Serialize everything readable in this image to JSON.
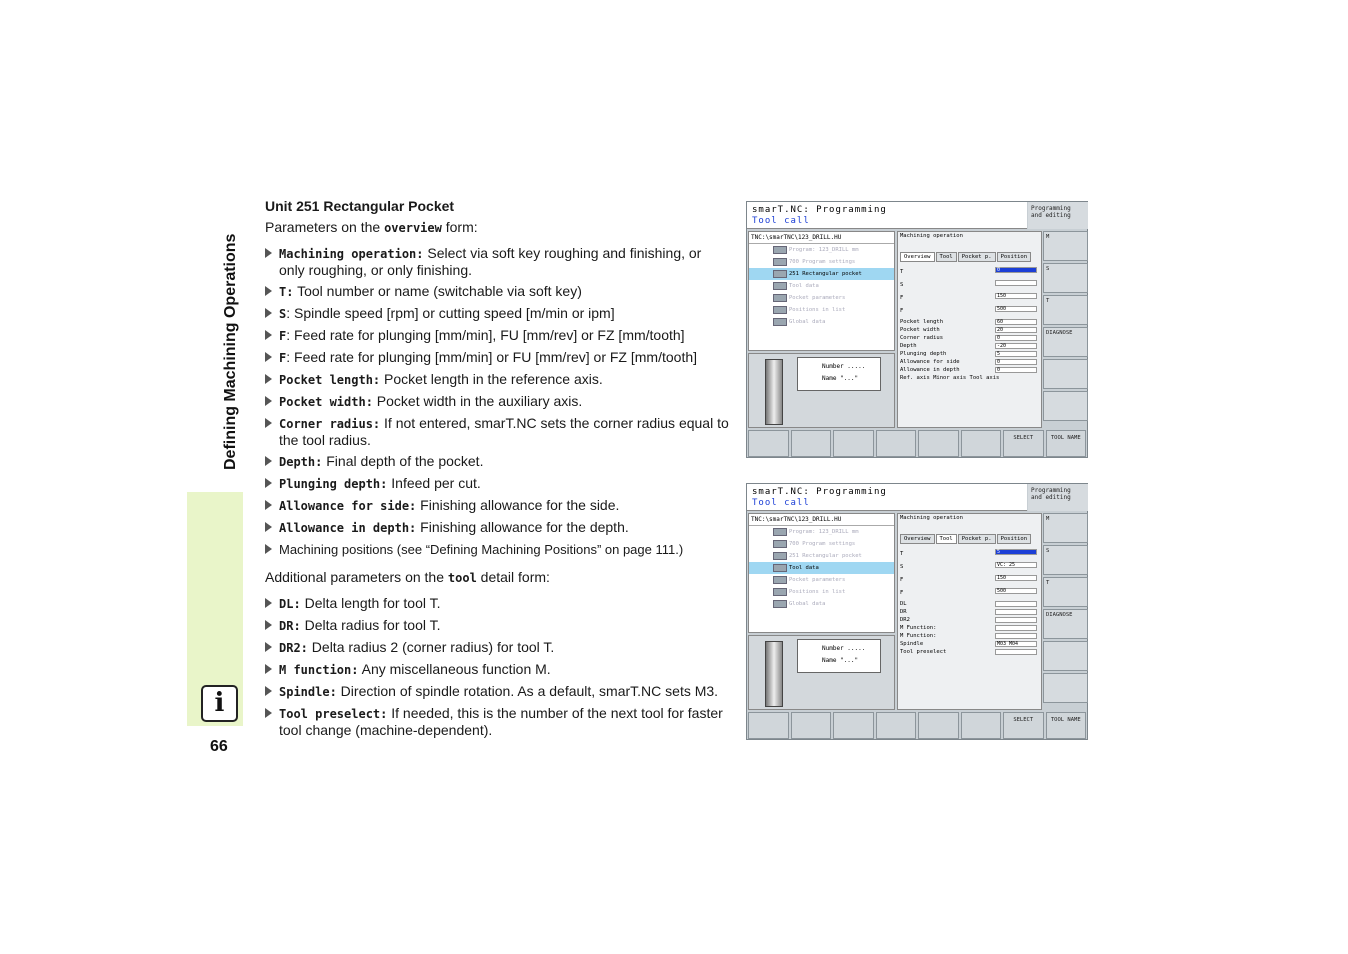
{
  "side_title": "Defining Machining Operations",
  "page_number": "66",
  "heading": "Unit 251 Rectangular Pocket",
  "intro": {
    "pre": "Parameters on the ",
    "keyword": "overview",
    "post": " form:"
  },
  "overview_params": [
    {
      "key": "Machining operation:",
      "desc": " Select via soft key roughing and finishing, or only roughing, or only finishing."
    },
    {
      "key": "T:",
      "desc": " Tool number or name (switchable via soft key)"
    },
    {
      "key": "S",
      "desc": ": Spindle speed [rpm] or cutting speed [m/min or ipm]"
    },
    {
      "key": "F",
      "desc": ": Feed rate for plunging [mm/min], FU [mm/rev] or FZ [mm/tooth]"
    },
    {
      "key": "F",
      "desc": ": Feed rate for plunging [mm/min] or FU [mm/rev] or FZ [mm/tooth]"
    },
    {
      "key": "Pocket length:",
      "desc": " Pocket length in the reference axis."
    },
    {
      "key": "Pocket width:",
      "desc": " Pocket width in the auxiliary axis."
    },
    {
      "key": "Corner radius:",
      "desc": " If not entered, smarT.NC sets the corner radius equal to the tool radius."
    },
    {
      "key": "Depth:",
      "desc": " Final depth of the pocket."
    },
    {
      "key": "Plunging depth:",
      "desc": " Infeed per cut."
    },
    {
      "key": "Allowance for side:",
      "desc": " Finishing allowance for the side."
    },
    {
      "key": "Allowance in depth:",
      "desc": " Finishing allowance for the depth."
    },
    {
      "key": "",
      "desc": "Machining positions (see “Defining Machining Positions” on page 111.)"
    }
  ],
  "detail_intro": {
    "pre": "Additional parameters on the ",
    "keyword": "tool",
    "post": " detail form:"
  },
  "tool_params": [
    {
      "key": "DL:",
      "desc": " Delta length for tool T."
    },
    {
      "key": "DR:",
      "desc": " Delta radius for tool T."
    },
    {
      "key": "DR2:",
      "desc": " Delta radius 2 (corner radius) for tool T."
    },
    {
      "key": "M function:",
      "desc": " Any miscellaneous function M."
    },
    {
      "key": "Spindle:",
      "desc": " Direction of spindle rotation. As a default, smarT.NC sets M3."
    },
    {
      "key": "Tool preselect:",
      "desc": " If needed, this is the number of the next tool for faster tool change (machine-dependent)."
    }
  ],
  "screens": [
    {
      "title1": "smarT.NC: Programming",
      "title2": "Tool call",
      "mode": "Programming and editing",
      "path": "TNC:\\smarTNC\\123_DRILL.HU",
      "tree": [
        "Program: 123_DRILL mm",
        "700 Program settings",
        "251 Rectangular pocket",
        "Tool data",
        "Pocket parameters",
        "Positions in list",
        "Global data"
      ],
      "tree_selected": 2,
      "preview_number": "Number   .....",
      "preview_name": "Name    \"...\"",
      "form_header": "Machining operation",
      "tabs": [
        "Overview",
        "Tool",
        "Pocket p.",
        "Position"
      ],
      "active_tab": 0,
      "fields": [
        {
          "label": "T",
          "value": "0"
        },
        {
          "label": "S",
          "value": ""
        },
        {
          "label": "F",
          "value": "150"
        },
        {
          "label": "F",
          "value": "500"
        },
        {
          "label": "Pocket length",
          "value": "60"
        },
        {
          "label": "Pocket width",
          "value": "20"
        },
        {
          "label": "Corner radius",
          "value": "0"
        },
        {
          "label": "Depth",
          "value": "-20"
        },
        {
          "label": "Plunging depth",
          "value": "5"
        },
        {
          "label": "Allowance for side",
          "value": "0"
        },
        {
          "label": "Allowance in depth",
          "value": "0"
        }
      ],
      "axis_row": "Ref. axis   Minor axis   Tool axis",
      "softkeys": [
        "M",
        "S",
        "T",
        "DIAGNOSE",
        "",
        ""
      ],
      "bottom_keys": [
        "",
        "",
        "",
        "",
        "",
        "",
        "SELECT",
        "TOOL NAME"
      ]
    },
    {
      "title1": "smarT.NC: Programming",
      "title2": "Tool call",
      "mode": "Programming and editing",
      "path": "TNC:\\smarTNC\\123_DRILL.HU",
      "tree": [
        "Program: 123_DRILL mm",
        "700 Program settings",
        "251 Rectangular pocket",
        "Tool data",
        "Pocket parameters",
        "Positions in list",
        "Global data"
      ],
      "tree_selected": 3,
      "preview_number": "Number   .....",
      "preview_name": "Name    \"...\"",
      "form_header": "Machining operation",
      "tabs": [
        "Overview",
        "Tool",
        "Pocket p.",
        "Position"
      ],
      "active_tab": 1,
      "fields": [
        {
          "label": "T",
          "value": "5"
        },
        {
          "label": "S",
          "value": "VC: 25"
        },
        {
          "label": "F",
          "value": "150"
        },
        {
          "label": "F",
          "value": "500"
        },
        {
          "label": "DL",
          "value": ""
        },
        {
          "label": "DR",
          "value": ""
        },
        {
          "label": "DR2",
          "value": ""
        },
        {
          "label": "M Function:",
          "value": ""
        },
        {
          "label": "M Function:",
          "value": ""
        },
        {
          "label": "Spindle",
          "value": "M03  M04"
        },
        {
          "label": "Tool preselect",
          "value": ""
        }
      ],
      "axis_row": "",
      "softkeys": [
        "M",
        "S",
        "T",
        "DIAGNOSE",
        "",
        ""
      ],
      "bottom_keys": [
        "",
        "",
        "",
        "",
        "",
        "",
        "SELECT",
        "TOOL NAME"
      ]
    }
  ]
}
